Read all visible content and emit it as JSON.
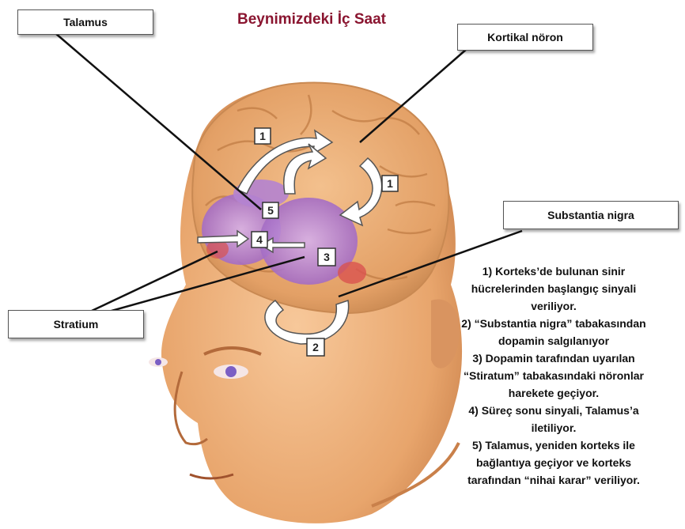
{
  "title": "Beynimizdeki İç Saat",
  "labels": {
    "talamus": "Talamus",
    "kortikal_noron": "Kortikal nöron",
    "substantia_nigra": "Substantia nigra",
    "stratium": "Stratium"
  },
  "markers": {
    "m1_top": "1",
    "m1_right": "1",
    "m5": "5",
    "m4": "4",
    "m3": "3",
    "m2": "2"
  },
  "legend": [
    "1) Korteks’de bulunan sinir",
    "hücrelerinden başlangıç sinyali",
    "veriliyor.",
    "2) “Substantia nigra” tabakasından",
    "dopamin salgılanıyor",
    "3) Dopamin tarafından uyarılan",
    "“Stiratum” tabakasındaki nöronlar",
    "harekete geçiyor.",
    "4) Süreç sonu sinyali, Talamus’a",
    "iletiliyor.",
    "5) Talamus, yeniden korteks ile",
    "bağlantıya geçiyor ve korteks",
    "tarafından “nihai karar” veriliyor."
  ],
  "colors": {
    "title": "#8a1530",
    "skin": "#f2b27a",
    "brain": "#e9a86b",
    "purple": "#a66fc4"
  }
}
